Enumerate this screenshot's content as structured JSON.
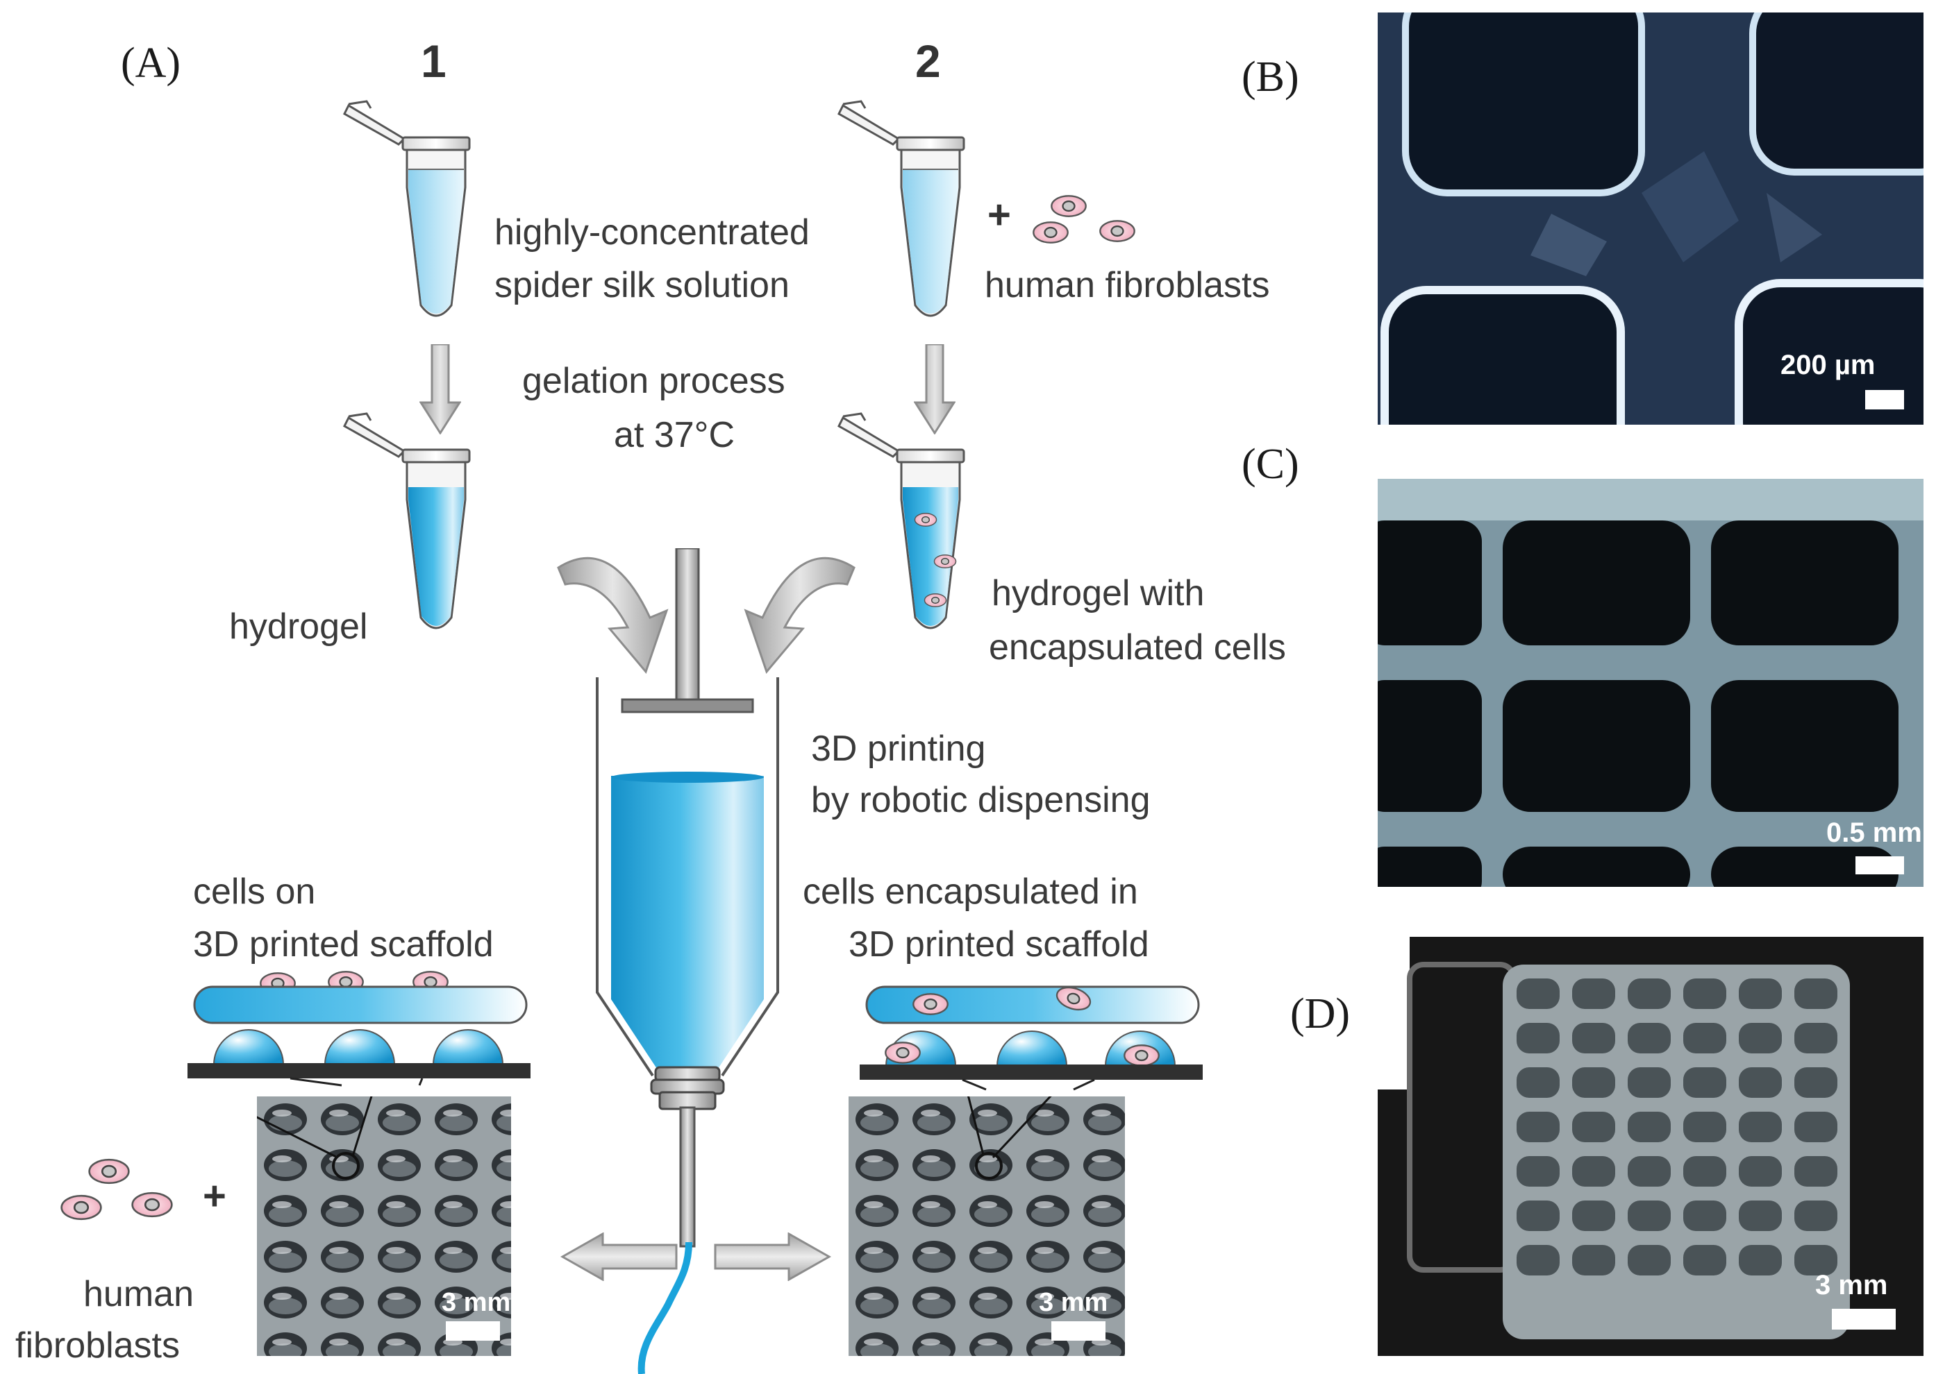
{
  "panels": {
    "a": "(A)",
    "b": "(B)",
    "c": "(C)",
    "d": "(D)"
  },
  "routes": {
    "route1": "1",
    "route2": "2"
  },
  "labels": {
    "silk_line1": "highly-concentrated",
    "silk_line2": "spider silk solution",
    "plus": "+",
    "fibroblasts_top": "human fibroblasts",
    "gelation_line1": "gelation process",
    "gelation_line2": "at 37°C",
    "hydrogel": "hydrogel",
    "hydrogel_cells_line1": "hydrogel with",
    "hydrogel_cells_line2": "encapsulated cells",
    "printing_line1": "3D printing",
    "printing_line2": "by robotic dispensing",
    "cells_on_line1": "cells on",
    "cells_on_line2": "3D printed scaffold",
    "cells_in_line1": "cells encapsulated in",
    "cells_in_line2": "3D printed scaffold",
    "plus_bottom": "+",
    "fibro_bottom_line1": "human",
    "fibro_bottom_line2": "fibroblasts"
  },
  "scale_bars": {
    "b": "200 µm",
    "c": "0.5 mm",
    "d": "3 mm",
    "left_scaffold": "3 mm",
    "right_scaffold": "3 mm"
  },
  "colors": {
    "liquid_light": "#8fd0ef",
    "liquid_dark": "#1aa3db",
    "arrow_gray": "#b5b5b5",
    "cell_pink": "#f2b8c6"
  }
}
